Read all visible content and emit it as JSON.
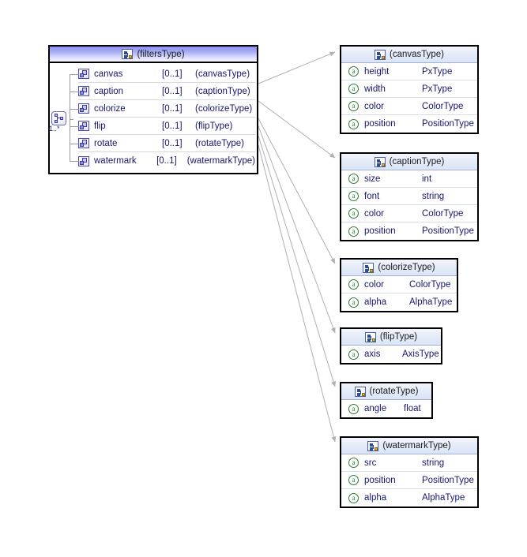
{
  "diagram": {
    "kind": "xml-schema-diagram",
    "root": {
      "title": "(filtersType)",
      "type_icon": "schema-type-icon",
      "compositor": {
        "icon": "sequence-compositor-icon",
        "cardinality": "1..*"
      },
      "elements": [
        {
          "name": "canvas",
          "cardinality": "[0..1]",
          "type": "(canvasType)",
          "icon": "element-icon"
        },
        {
          "name": "caption",
          "cardinality": "[0..1]",
          "type": "(captionType)",
          "icon": "element-icon"
        },
        {
          "name": "colorize",
          "cardinality": "[0..1]",
          "type": "(colorizeType)",
          "icon": "element-icon"
        },
        {
          "name": "flip",
          "cardinality": "[0..1]",
          "type": "(flipType)",
          "icon": "element-icon"
        },
        {
          "name": "rotate",
          "cardinality": "[0..1]",
          "type": "(rotateType)",
          "icon": "element-icon"
        },
        {
          "name": "watermark",
          "cardinality": "[0..1]",
          "type": "(watermarkType)",
          "icon": "element-icon"
        }
      ]
    },
    "types": [
      {
        "title": "(canvasType)",
        "attributes": [
          {
            "name": "height",
            "type": "PxType",
            "icon": "attribute-icon"
          },
          {
            "name": "width",
            "type": "PxType",
            "icon": "attribute-icon"
          },
          {
            "name": "color",
            "type": "ColorType",
            "icon": "attribute-icon"
          },
          {
            "name": "position",
            "type": "PositionType",
            "icon": "attribute-icon"
          }
        ]
      },
      {
        "title": "(captionType)",
        "attributes": [
          {
            "name": "size",
            "type": "int",
            "icon": "attribute-icon"
          },
          {
            "name": "font",
            "type": "string",
            "icon": "attribute-icon"
          },
          {
            "name": "color",
            "type": "ColorType",
            "icon": "attribute-icon"
          },
          {
            "name": "position",
            "type": "PositionType",
            "icon": "attribute-icon"
          }
        ]
      },
      {
        "title": "(colorizeType)",
        "attributes": [
          {
            "name": "color",
            "type": "ColorType",
            "icon": "attribute-icon"
          },
          {
            "name": "alpha",
            "type": "AlphaType",
            "icon": "attribute-icon"
          }
        ]
      },
      {
        "title": "(flipType)",
        "attributes": [
          {
            "name": "axis",
            "type": "AxisType",
            "icon": "attribute-icon"
          }
        ]
      },
      {
        "title": "(rotateType)",
        "attributes": [
          {
            "name": "angle",
            "type": "float",
            "icon": "attribute-icon"
          }
        ]
      },
      {
        "title": "(watermarkType)",
        "attributes": [
          {
            "name": "src",
            "type": "string",
            "icon": "attribute-icon"
          },
          {
            "name": "position",
            "type": "PositionType",
            "icon": "attribute-icon"
          },
          {
            "name": "alpha",
            "type": "AlphaType",
            "icon": "attribute-icon"
          }
        ]
      }
    ],
    "colors": {
      "root_header_top": "#8a8ef2",
      "root_header_bottom": "#f6f6fe",
      "type_header": "#e3ebf8",
      "text": "#16166e",
      "attribute_icon": "#2f7d32",
      "connector": "#b0b0b0",
      "border": "#000000"
    }
  }
}
